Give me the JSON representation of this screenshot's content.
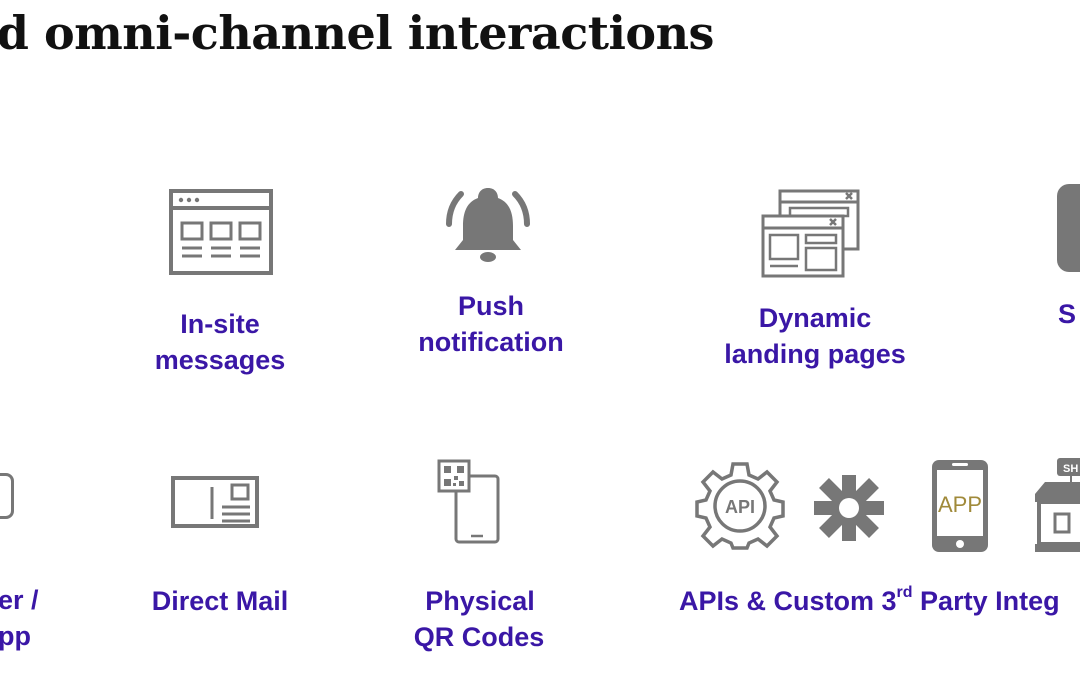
{
  "slide": {
    "title": "ed omni-channel interactions"
  },
  "row1": {
    "insite": {
      "line1": "In-site",
      "line2": "messages",
      "icon": "browser-window-icon"
    },
    "push": {
      "line1": "Push",
      "line2": "notification",
      "icon": "bell-icon"
    },
    "dynamic": {
      "line1": "Dynamic",
      "line2": "landing pages",
      "icon": "stacked-windows-icon"
    },
    "partial_right": {
      "text": "S",
      "icon": "partial-rounded-square-icon"
    }
  },
  "row2": {
    "partial_left": {
      "line1": "er /",
      "line2": "pp"
    },
    "directmail": {
      "line1": "Direct Mail",
      "icon": "postcard-icon"
    },
    "qr": {
      "line1": "Physical",
      "line2": "QR Codes",
      "icon": "tablet-qr-icon"
    },
    "apis": {
      "prefix": "APIs & Custom 3",
      "sup": "rd",
      "suffix": " Party Integ"
    },
    "icons": {
      "api_text": "API",
      "app_text": "APP",
      "shop_text": "SH"
    }
  },
  "colors": {
    "label": "#3a17a6",
    "icon": "#777777",
    "title": "#111111"
  }
}
